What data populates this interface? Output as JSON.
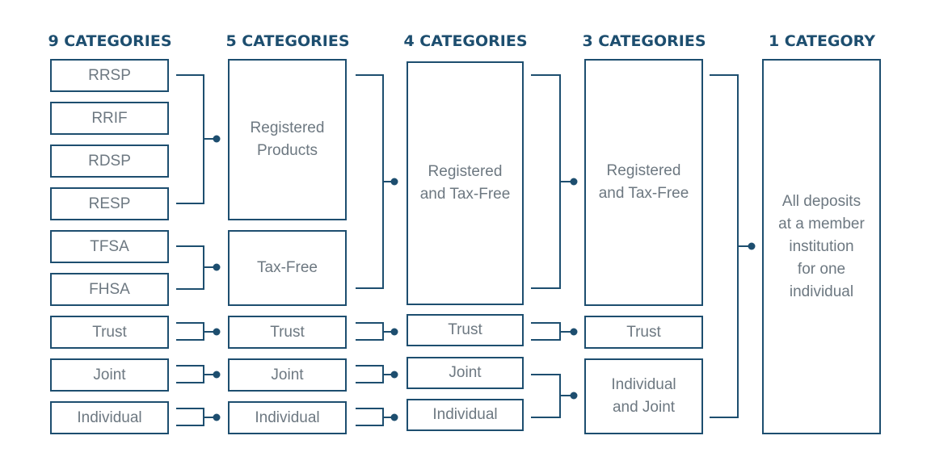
{
  "headers": [
    "9 CATEGORIES",
    "5 CATEGORIES",
    "4 CATEGORIES",
    "3 CATEGORIES",
    "1 CATEGORY"
  ],
  "col1": [
    "RRSP",
    "RRIF",
    "RDSP",
    "RESP",
    "TFSA",
    "FHSA",
    "Trust",
    "Joint",
    "Individual"
  ],
  "col2": [
    "Registered\nProducts",
    "Tax-Free",
    "Trust",
    "Joint",
    "Individual"
  ],
  "col3": [
    "Registered\nand Tax-Free",
    "Trust",
    "Joint",
    "Individual"
  ],
  "col4": [
    "Registered\nand Tax-Free",
    "Trust",
    "Individual\nand Joint"
  ],
  "col5": [
    "All deposits\nat a member\ninstitution\nfor one\nindividual"
  ],
  "colors": {
    "line": "#1d4e6f",
    "text": "#6d7881"
  }
}
